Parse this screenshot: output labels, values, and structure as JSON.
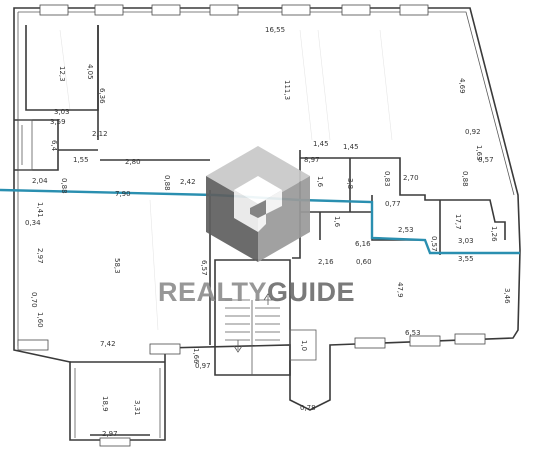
{
  "watermark": {
    "brand_text": "REALTYGUIDE",
    "brand_part1": "REALTY",
    "brand_part2": "GUIDE",
    "colors": {
      "light": "#c8c8c8",
      "mid": "#9a9a9a",
      "dark": "#5f5f5f",
      "text": "#8f8f8f"
    }
  },
  "plan": {
    "colors": {
      "wall": "#3a3a3a",
      "cut_line": "#2a8fb0",
      "paper": "#ffffff"
    },
    "dimensions": {
      "top_width": "16,55",
      "right_upper": "4,69",
      "left_room_height": "4,05",
      "left_mid": "6,36",
      "left_small_a": "3,03",
      "left_small_b": "3,59",
      "left_small_c": "2,12",
      "d_155": "1,55",
      "d_280": "2,80",
      "d_204": "2,04",
      "d_088": "0,88",
      "d_790": "7,90",
      "d_088b": "0,88",
      "d_242": "2,42",
      "d_145a": "1,45",
      "d_145b": "1,45",
      "d_897": "8,97",
      "d_092": "0,92",
      "d_163": "1,63",
      "d_057": "0,57",
      "d_083": "0,83",
      "d_270": "2,70",
      "d_088c": "0,88",
      "d_077": "0,77",
      "d_141": "1,41",
      "d_034": "0,34",
      "d_297": "2,97",
      "d_070": "0,70",
      "d_160": "1,60",
      "d_253": "2,53",
      "d_126": "1,26",
      "d_303": "3,03",
      "d_057b": "0,57",
      "d_616": "6,16",
      "d_216": "2,16",
      "d_060": "0,60",
      "d_355": "3,55",
      "d_346": "3,46",
      "d_657": "6,57",
      "d_742": "7,42",
      "d_166": "1,66",
      "d_097": "0,97",
      "d_653": "6,53",
      "d_331": "3,31",
      "d_297b": "2,97",
      "d_078": "0,78"
    },
    "areas": {
      "a_room_top_left": "12,3",
      "a_room_big_top": "111,3",
      "a_room_small_left": "6,4",
      "a_room_big_left": "58,3",
      "a_room_right_mid": "17,7",
      "a_room_right_bottom": "47,9",
      "a_room_bottom_small": "18,9",
      "a_cell_1": "1,6",
      "a_cell_2": "3,8",
      "a_cell_3": "1,6",
      "a_cell_4": "1,0"
    }
  }
}
